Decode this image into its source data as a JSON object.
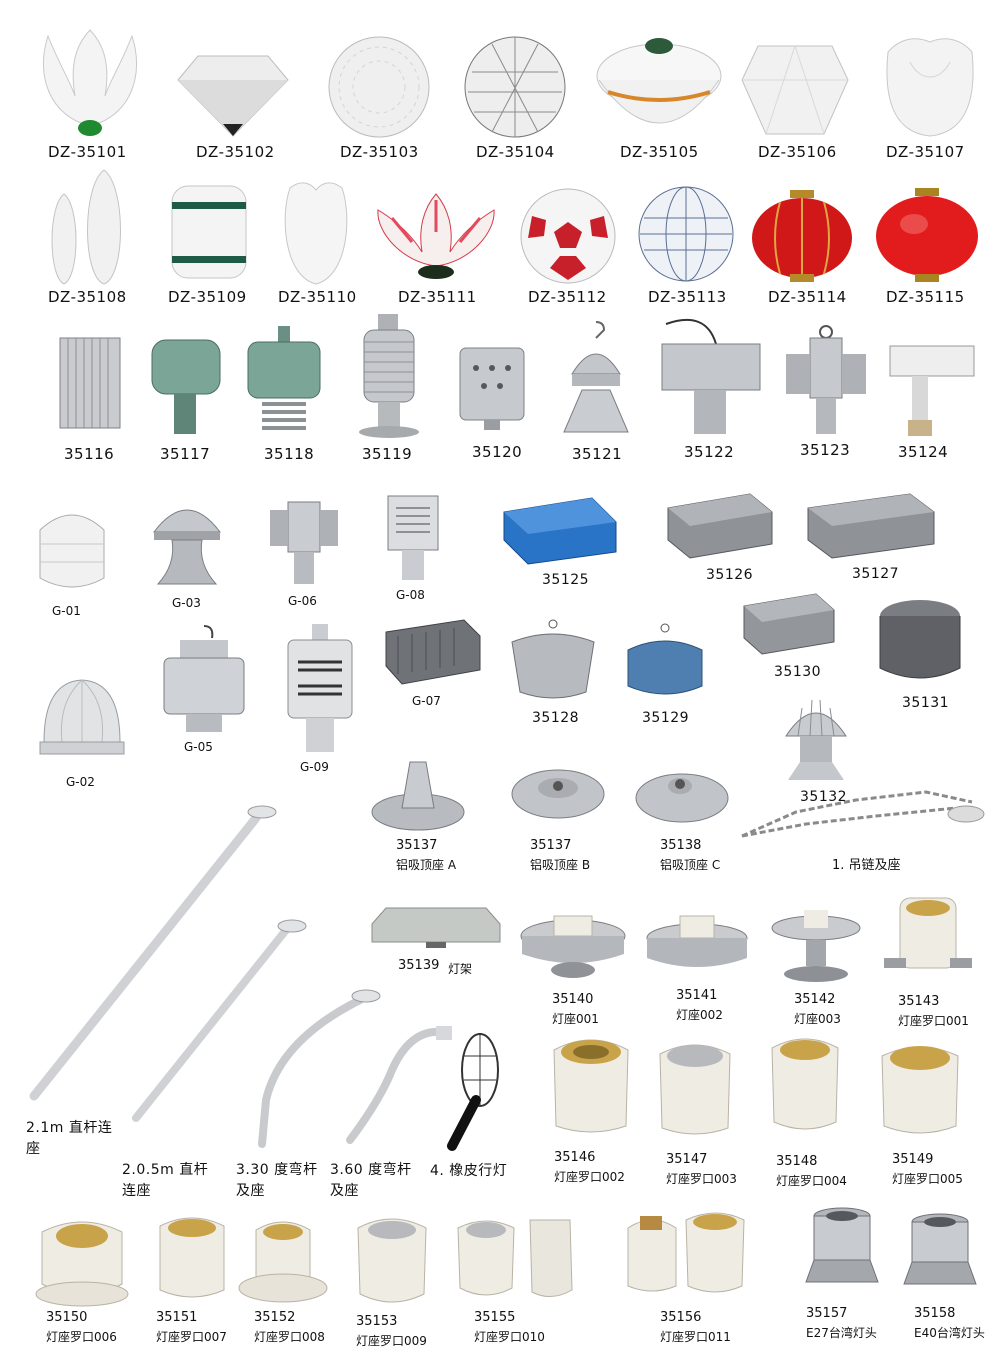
{
  "catalog": {
    "row1": [
      {
        "code": "DZ-35101"
      },
      {
        "code": "DZ-35102"
      },
      {
        "code": "DZ-35103"
      },
      {
        "code": "DZ-35104"
      },
      {
        "code": "DZ-35105"
      },
      {
        "code": "DZ-35106"
      },
      {
        "code": "DZ-35107"
      }
    ],
    "row2": [
      {
        "code": "DZ-35108"
      },
      {
        "code": "DZ-35109"
      },
      {
        "code": "DZ-35110"
      },
      {
        "code": "DZ-35111"
      },
      {
        "code": "DZ-35112"
      },
      {
        "code": "DZ-35113"
      },
      {
        "code": "DZ-35114"
      },
      {
        "code": "DZ-35115"
      }
    ],
    "row3": [
      {
        "code": "35116"
      },
      {
        "code": "35117"
      },
      {
        "code": "35118"
      },
      {
        "code": "35119"
      },
      {
        "code": "35120"
      },
      {
        "code": "35121"
      },
      {
        "code": "35122"
      },
      {
        "code": "35123"
      },
      {
        "code": "35124"
      }
    ],
    "gear": [
      {
        "code": "G-01"
      },
      {
        "code": "G-03"
      },
      {
        "code": "G-06"
      },
      {
        "code": "G-08"
      },
      {
        "code": "35125"
      },
      {
        "code": "35126"
      },
      {
        "code": "35127"
      },
      {
        "code": "G-07"
      },
      {
        "code": "35128"
      },
      {
        "code": "35129"
      },
      {
        "code": "35130"
      },
      {
        "code": "35131"
      },
      {
        "code": "G-02"
      },
      {
        "code": "G-05"
      },
      {
        "code": "G-09"
      },
      {
        "code": "35132"
      }
    ],
    "mounts": [
      {
        "code": "35137",
        "desc": "铝吸顶座 A"
      },
      {
        "code": "35137",
        "desc": "铝吸顶座 B"
      },
      {
        "code": "35138",
        "desc": "铝吸顶座 C"
      },
      {
        "code": "",
        "desc": "1. 吊链及座"
      }
    ],
    "rods": [
      {
        "desc": "2.1m 直杆连座"
      },
      {
        "desc": "2.0.5m 直杆连座"
      },
      {
        "desc": "3.30 度弯杆及座"
      },
      {
        "desc": "3.60 度弯杆及座"
      },
      {
        "desc": "4. 橡皮行灯"
      }
    ],
    "fixture": {
      "code": "35139",
      "desc": "灯架"
    },
    "sockets": [
      {
        "code": "35140",
        "desc": "灯座001"
      },
      {
        "code": "35141",
        "desc": "灯座002"
      },
      {
        "code": "35142",
        "desc": "灯座003"
      },
      {
        "code": "35143",
        "desc": "灯座罗口001"
      },
      {
        "code": "35146",
        "desc": "灯座罗口002"
      },
      {
        "code": "35147",
        "desc": "灯座罗口003"
      },
      {
        "code": "35148",
        "desc": "灯座罗口004"
      },
      {
        "code": "35149",
        "desc": "灯座罗口005"
      },
      {
        "code": "35150",
        "desc": "灯座罗口006"
      },
      {
        "code": "35151",
        "desc": "灯座罗口007"
      },
      {
        "code": "35152",
        "desc": "灯座罗口008"
      },
      {
        "code": "35153",
        "desc": "灯座罗口009"
      },
      {
        "code": "35155",
        "desc": "灯座罗口010"
      },
      {
        "code": "35156",
        "desc": "灯座罗口011"
      },
      {
        "code": "35157",
        "desc": "E27台湾灯头"
      },
      {
        "code": "35158",
        "desc": "E40台湾灯头"
      }
    ],
    "colors": {
      "white": "#f2f2f2",
      "silver": "#b9bcc0",
      "green": "#6e9a8e",
      "red": "#d01818",
      "blue": "#2a74c8",
      "dark": "#5f6166",
      "porcelain": "#efece4",
      "brass": "#c8a34a"
    }
  }
}
